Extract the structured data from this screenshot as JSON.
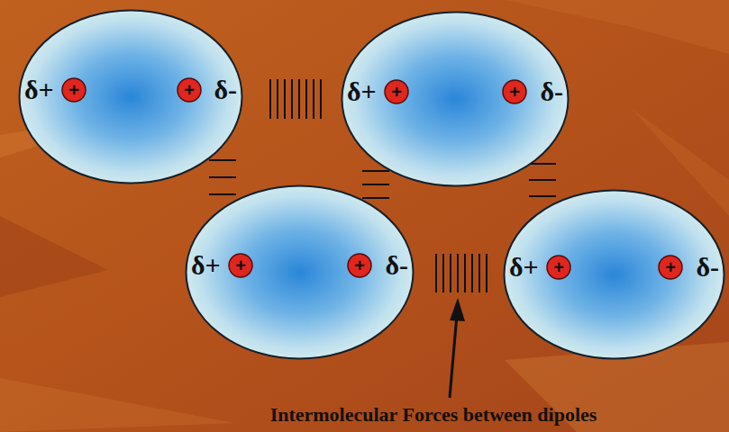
{
  "diagram": {
    "nodes": [
      {
        "text": [
          "δ+",
          "δ-"
        ]
      },
      {
        "text": [
          "+"
        ],
        "in": 0
      },
      {
        "text": [
          "+"
        ],
        "in": 0
      },
      {
        "text": [
          "δ+",
          "δ-"
        ]
      },
      {
        "text": [
          "+"
        ],
        "in": 3
      },
      {
        "text": [
          "+"
        ],
        "in": 3
      },
      {
        "text": [
          "δ+",
          "δ-"
        ]
      },
      {
        "text": [
          "+"
        ],
        "in": 6
      },
      {
        "text": [
          "+"
        ],
        "in": 6
      },
      {
        "text": [
          "δ+",
          "δ-"
        ]
      },
      {
        "text": [
          "+"
        ],
        "in": 9
      },
      {
        "text": [
          "+"
        ],
        "in": 9
      }
    ],
    "caption": "Intermolecular Forces between dipoles"
  }
}
